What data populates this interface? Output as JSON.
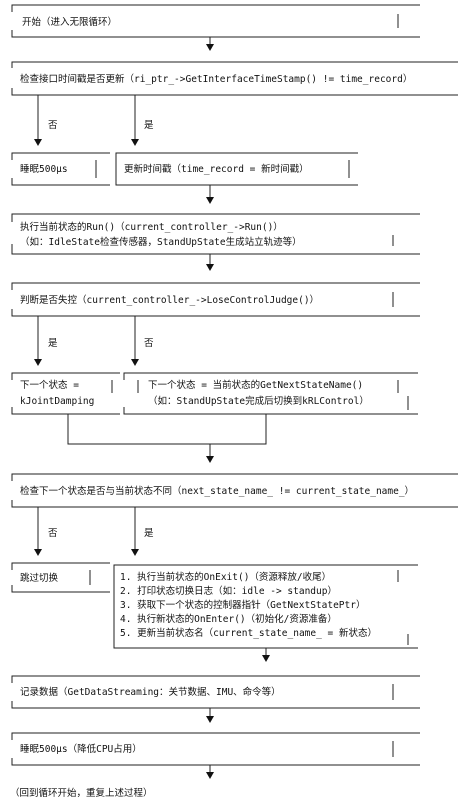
{
  "steps": {
    "start": "开始（进入无限循环）",
    "check_interface": "检查接口时间戳是否更新（ri_ptr_->GetInterfaceTimeStamp() != time_record）",
    "sleep_short": "睡眠500μs",
    "update_time": "更新时间戳（time_record = 新时间戳）",
    "run_line1": "执行当前状态的Run()（current_controller_->Run()）",
    "run_line2": "（如：IdleState检查传感器，StandUpState生成站立轨迹等）",
    "lose_control": "判断是否失控（current_controller_->LoseControlJudge()）",
    "next_damping_line1": "下一个状态 =",
    "next_damping_line2": "kJointDamping",
    "next_normal_line1": "下一个状态 = 当前状态的GetNextStateName()",
    "next_normal_line2": "（如：StandUpState完成后切换到kRLControl）",
    "check_diff": "检查下一个状态是否与当前状态不同（next_state_name_ != current_state_name_）",
    "skip_switch": "跳过切换",
    "switch_1": "1. 执行当前状态的OnExit()（资源释放/收尾）",
    "switch_2": "2. 打印状态切换日志（如：idle -> standup）",
    "switch_3": "3. 获取下一个状态的控制器指针（GetNextStatePtr）",
    "switch_4": "4. 执行新状态的OnEnter()（初始化/资源准备）",
    "switch_5": "5. 更新当前状态名（current_state_name_ = 新状态）",
    "record_data": "记录数据（GetDataStreaming：关节数据、IMU、命令等）",
    "sleep_long": "睡眠500μs（降低CPU占用）",
    "loop_back": "（回到循环开始，重复上述过程）"
  },
  "labels": {
    "no_1": "否",
    "yes_1": "是",
    "yes_2": "是",
    "no_2": "否",
    "no_3": "否",
    "yes_3": "是"
  }
}
